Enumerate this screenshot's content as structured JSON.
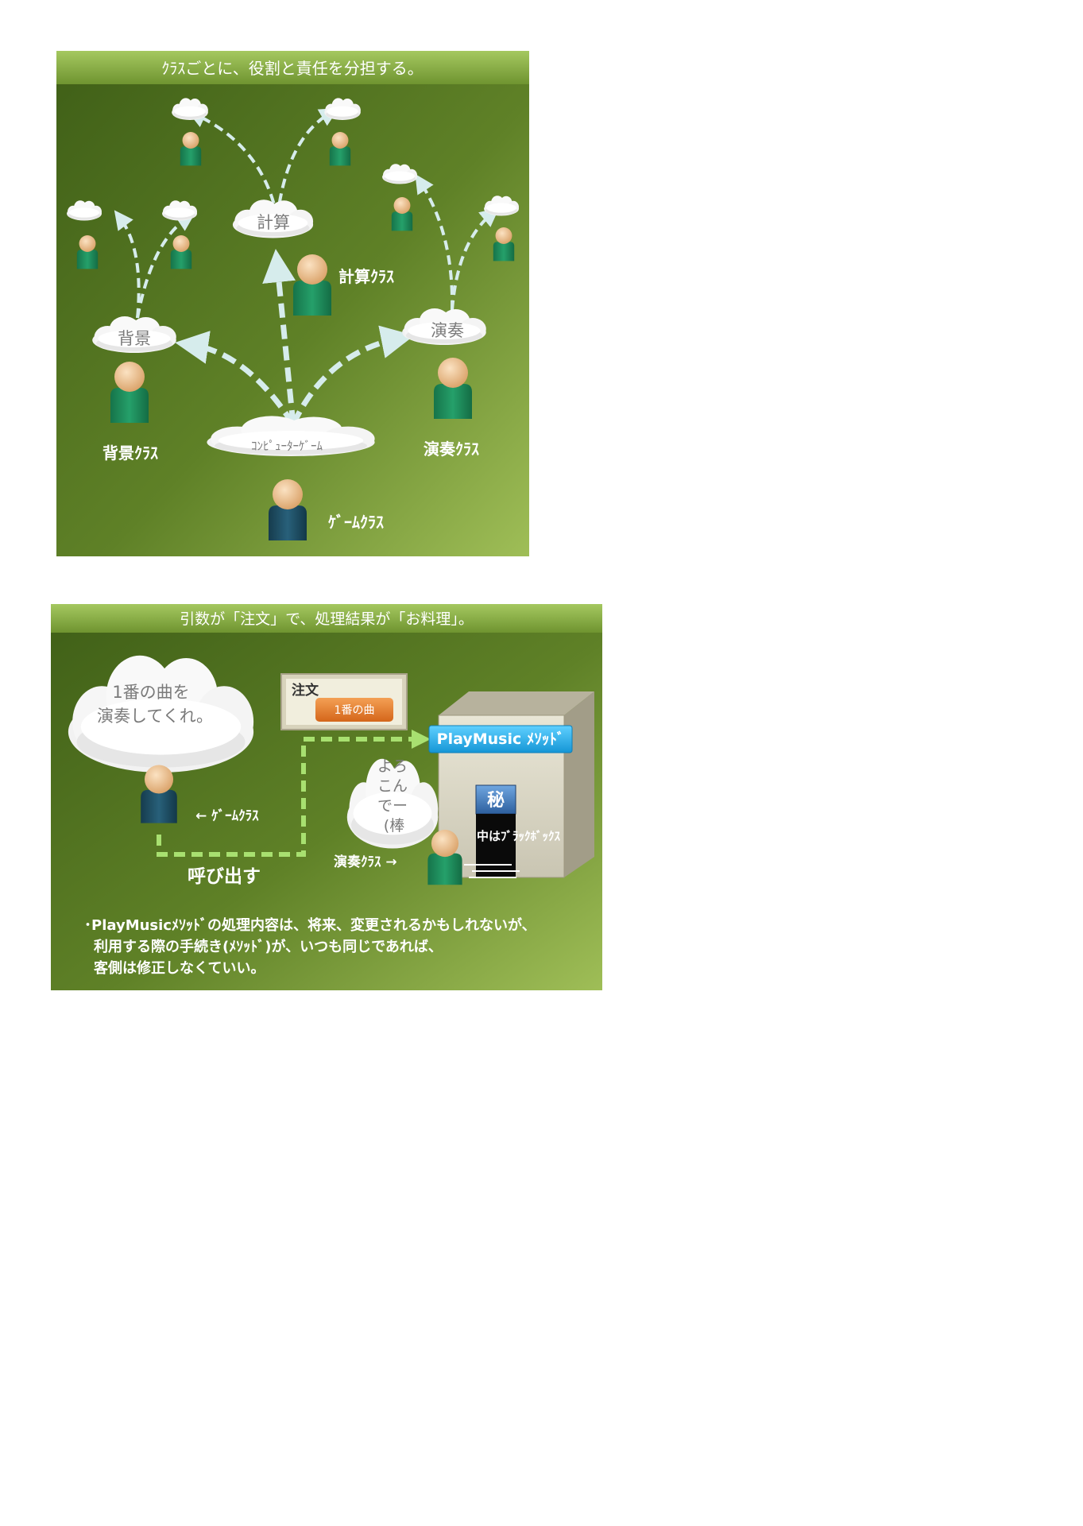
{
  "slide1": {
    "header": "ｸﾗｽごとに、役割と責任を分担する。",
    "clouds": {
      "keisan": "計算",
      "haikei": "背景",
      "ensou": "演奏",
      "game": "ｺﾝﾋﾟｭｰﾀｰｹﾞｰﾑ"
    },
    "labels": {
      "keisan_class": "計算ｸﾗｽ",
      "haikei_class": "背景ｸﾗｽ",
      "ensou_class": "演奏ｸﾗｽ",
      "game_class": "ｹﾞｰﾑｸﾗｽ"
    }
  },
  "slide2": {
    "header": "引数が「注文」で、処理結果が「お料理」。",
    "speech_line1": "1番の曲を",
    "speech_line2": "演奏してくれ。",
    "order_title": "注文",
    "order_tag": "1番の曲",
    "method_label": "PlayMusic ﾒｿｯﾄﾞ",
    "yorokonde": [
      "よろ",
      "こん",
      "でー",
      "(棒"
    ],
    "game_class_arrow": "← ｹﾞｰﾑｸﾗｽ",
    "call_label": "呼び出す",
    "ensou_class_arrow": "演奏ｸﾗｽ →",
    "secret": "秘",
    "blackbox": "中はﾌﾞﾗｯｸﾎﾞｯｸｽ",
    "note_lines": [
      "･PlayMusicﾒｿｯﾄﾞの処理内容は、将来、変更されるかもしれないが、",
      "利用する際の手続き(ﾒｿｯﾄﾞ)が、いつも同じであれば、",
      "客側は修正しなくていい。"
    ]
  },
  "colors": {
    "bg_dark": "#4a6a1e",
    "bg_light": "#8fb04a",
    "person_green": "#1e8a5a",
    "person_navy": "#1c4a5e",
    "arrow": "#d6ecec",
    "dashed_path": "#a8e070",
    "method_blue": "#23b0ee",
    "order_orange": "#e27a22"
  }
}
